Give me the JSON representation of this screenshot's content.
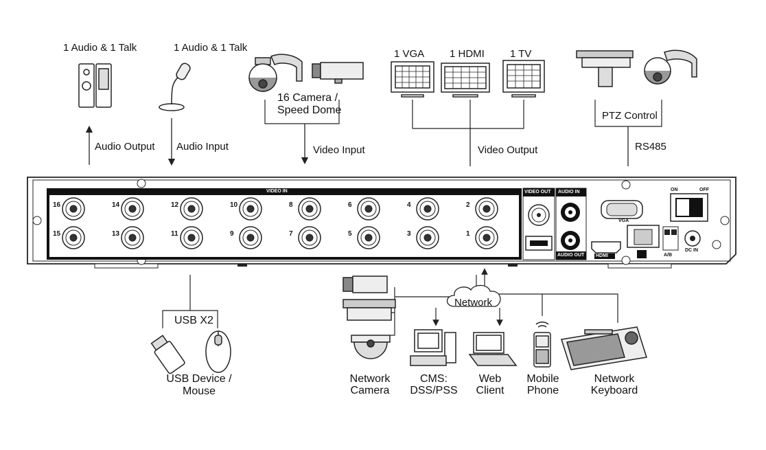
{
  "top_labels": {
    "audio_talk_1": "1 Audio  & 1 Talk",
    "audio_talk_2": "1 Audio & 1 Talk",
    "camera_line1": "16  Camera /",
    "camera_line2": "Speed Dome",
    "vga": "1 VGA",
    "hdmi": "1 HDMI",
    "tv": "1 TV",
    "ptz": "PTZ Control"
  },
  "arrow_labels": {
    "audio_output": "Audio  Output",
    "audio_input": "Audio  Input",
    "video_input": "Video Input",
    "video_output": "Video Output",
    "rs485": "RS485"
  },
  "panel": {
    "video_in": "VIDEO IN",
    "video_out": "VIDEO OUT",
    "audio_in": "AUDIO IN",
    "audio_out": "AUDIO OUT",
    "vga": "VGA",
    "on": "ON",
    "off": "OFF",
    "ab": "A/B",
    "dc_in": "DC IN",
    "hdmi": "HDMI",
    "ports_top": [
      "16",
      "14",
      "12",
      "10",
      "8",
      "6",
      "4",
      "2"
    ],
    "ports_bottom": [
      "15",
      "13",
      "11",
      "9",
      "7",
      "5",
      "3",
      "1"
    ]
  },
  "bottom_labels": {
    "usb_x2": "USB X2",
    "usb_line1": "USB Device /",
    "usb_line2": "Mouse",
    "network": "Network",
    "netcam_line1": "Network",
    "netcam_line2": "Camera",
    "cms_line1": "CMS:",
    "cms_line2": "DSS/PSS",
    "web_line1": "Web",
    "web_line2": "Client",
    "mobile_line1": "Mobile",
    "mobile_line2": "Phone",
    "keyboard_line1": "Network",
    "keyboard_line2": "Keyboard"
  }
}
